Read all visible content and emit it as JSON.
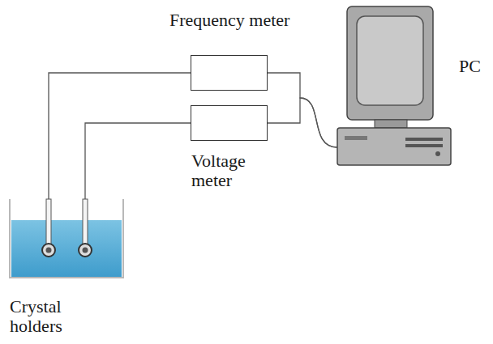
{
  "diagram": {
    "nodes": [
      {
        "text": [
          "Frequency meter"
        ]
      },
      {
        "text": [
          "Voltage meter"
        ]
      },
      {
        "text": [
          "PC"
        ]
      },
      {
        "text": [
          "Crystal holders"
        ]
      }
    ],
    "edges": [
      {
        "from": 3,
        "to": 0,
        "arrow": "none"
      },
      {
        "from": 3,
        "to": 1,
        "arrow": "none"
      },
      {
        "from": 0,
        "to": 2,
        "arrow": "none"
      },
      {
        "from": 1,
        "to": 2,
        "arrow": "none"
      }
    ]
  }
}
